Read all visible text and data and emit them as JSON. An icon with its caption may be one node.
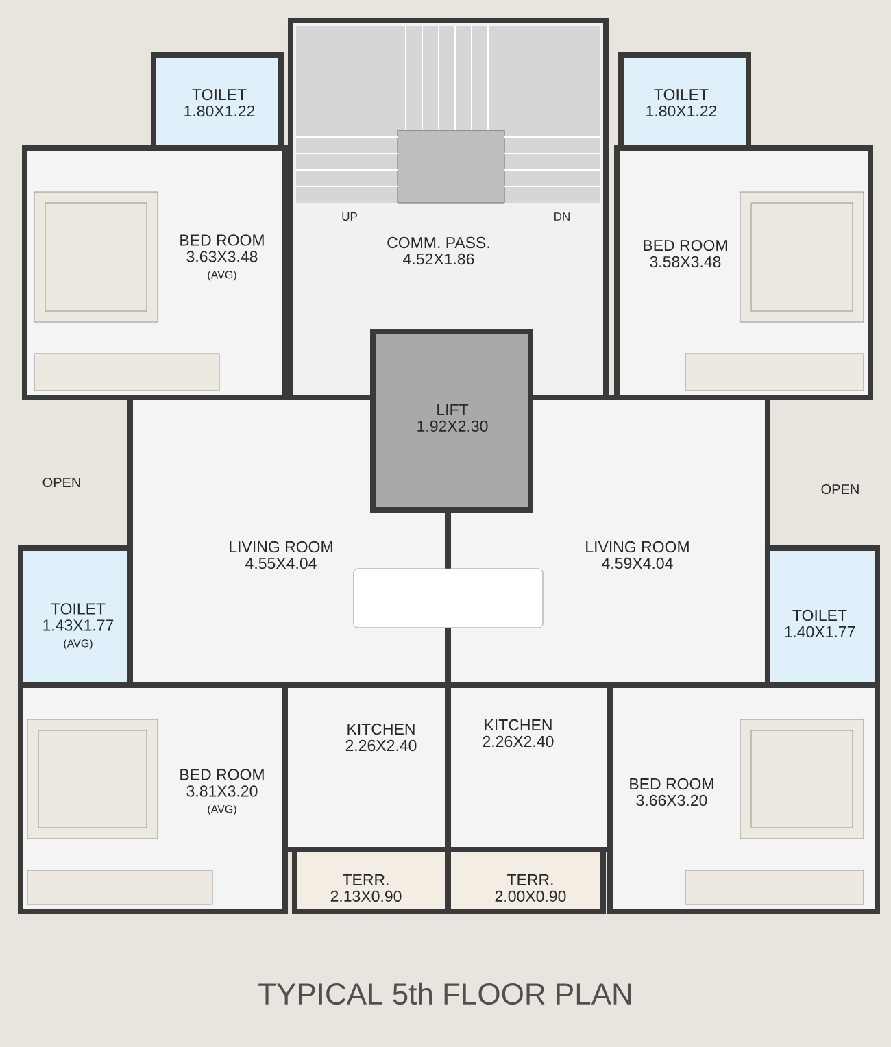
{
  "diagram": {
    "title": "TYPICAL 5th FLOOR PLAN",
    "nodes": [
      {
        "text": [
          "TOILET",
          "1.80X1.22"
        ]
      },
      {
        "text": [
          "COMM. PASS.",
          "4.52X1.86"
        ]
      },
      {
        "text": [
          "TOILET",
          "1.80X1.22"
        ]
      },
      {
        "text": [
          "BED ROOM",
          "3.63X3.48",
          "(AVG)"
        ]
      },
      {
        "text": [
          "BED ROOM",
          "3.58X3.48"
        ]
      },
      {
        "text": [
          "LIFT",
          "1.92X2.30"
        ]
      },
      {
        "text": [
          "LIVING ROOM",
          "4.55X4.04"
        ]
      },
      {
        "text": [
          "LIVING ROOM",
          "4.59X4.04"
        ]
      },
      {
        "text": [
          "TOILET",
          "1.43X1.77",
          "(AVG)"
        ]
      },
      {
        "text": [
          "TOILET",
          "1.40X1.77"
        ]
      },
      {
        "text": [
          "BED ROOM",
          "3.81X3.20",
          "(AVG)"
        ]
      },
      {
        "text": [
          "KITCHEN",
          "2.26X2.40"
        ]
      },
      {
        "text": [
          "KITCHEN",
          "2.26X2.40"
        ]
      },
      {
        "text": [
          "BED ROOM",
          "3.66X3.20"
        ]
      },
      {
        "text": [
          "TERR.",
          "2.13X0.90"
        ]
      },
      {
        "text": [
          "TERR.",
          "2.00X0.90"
        ]
      }
    ],
    "labels": [
      "UP",
      "DN",
      "OPEN",
      "OPEN"
    ]
  }
}
